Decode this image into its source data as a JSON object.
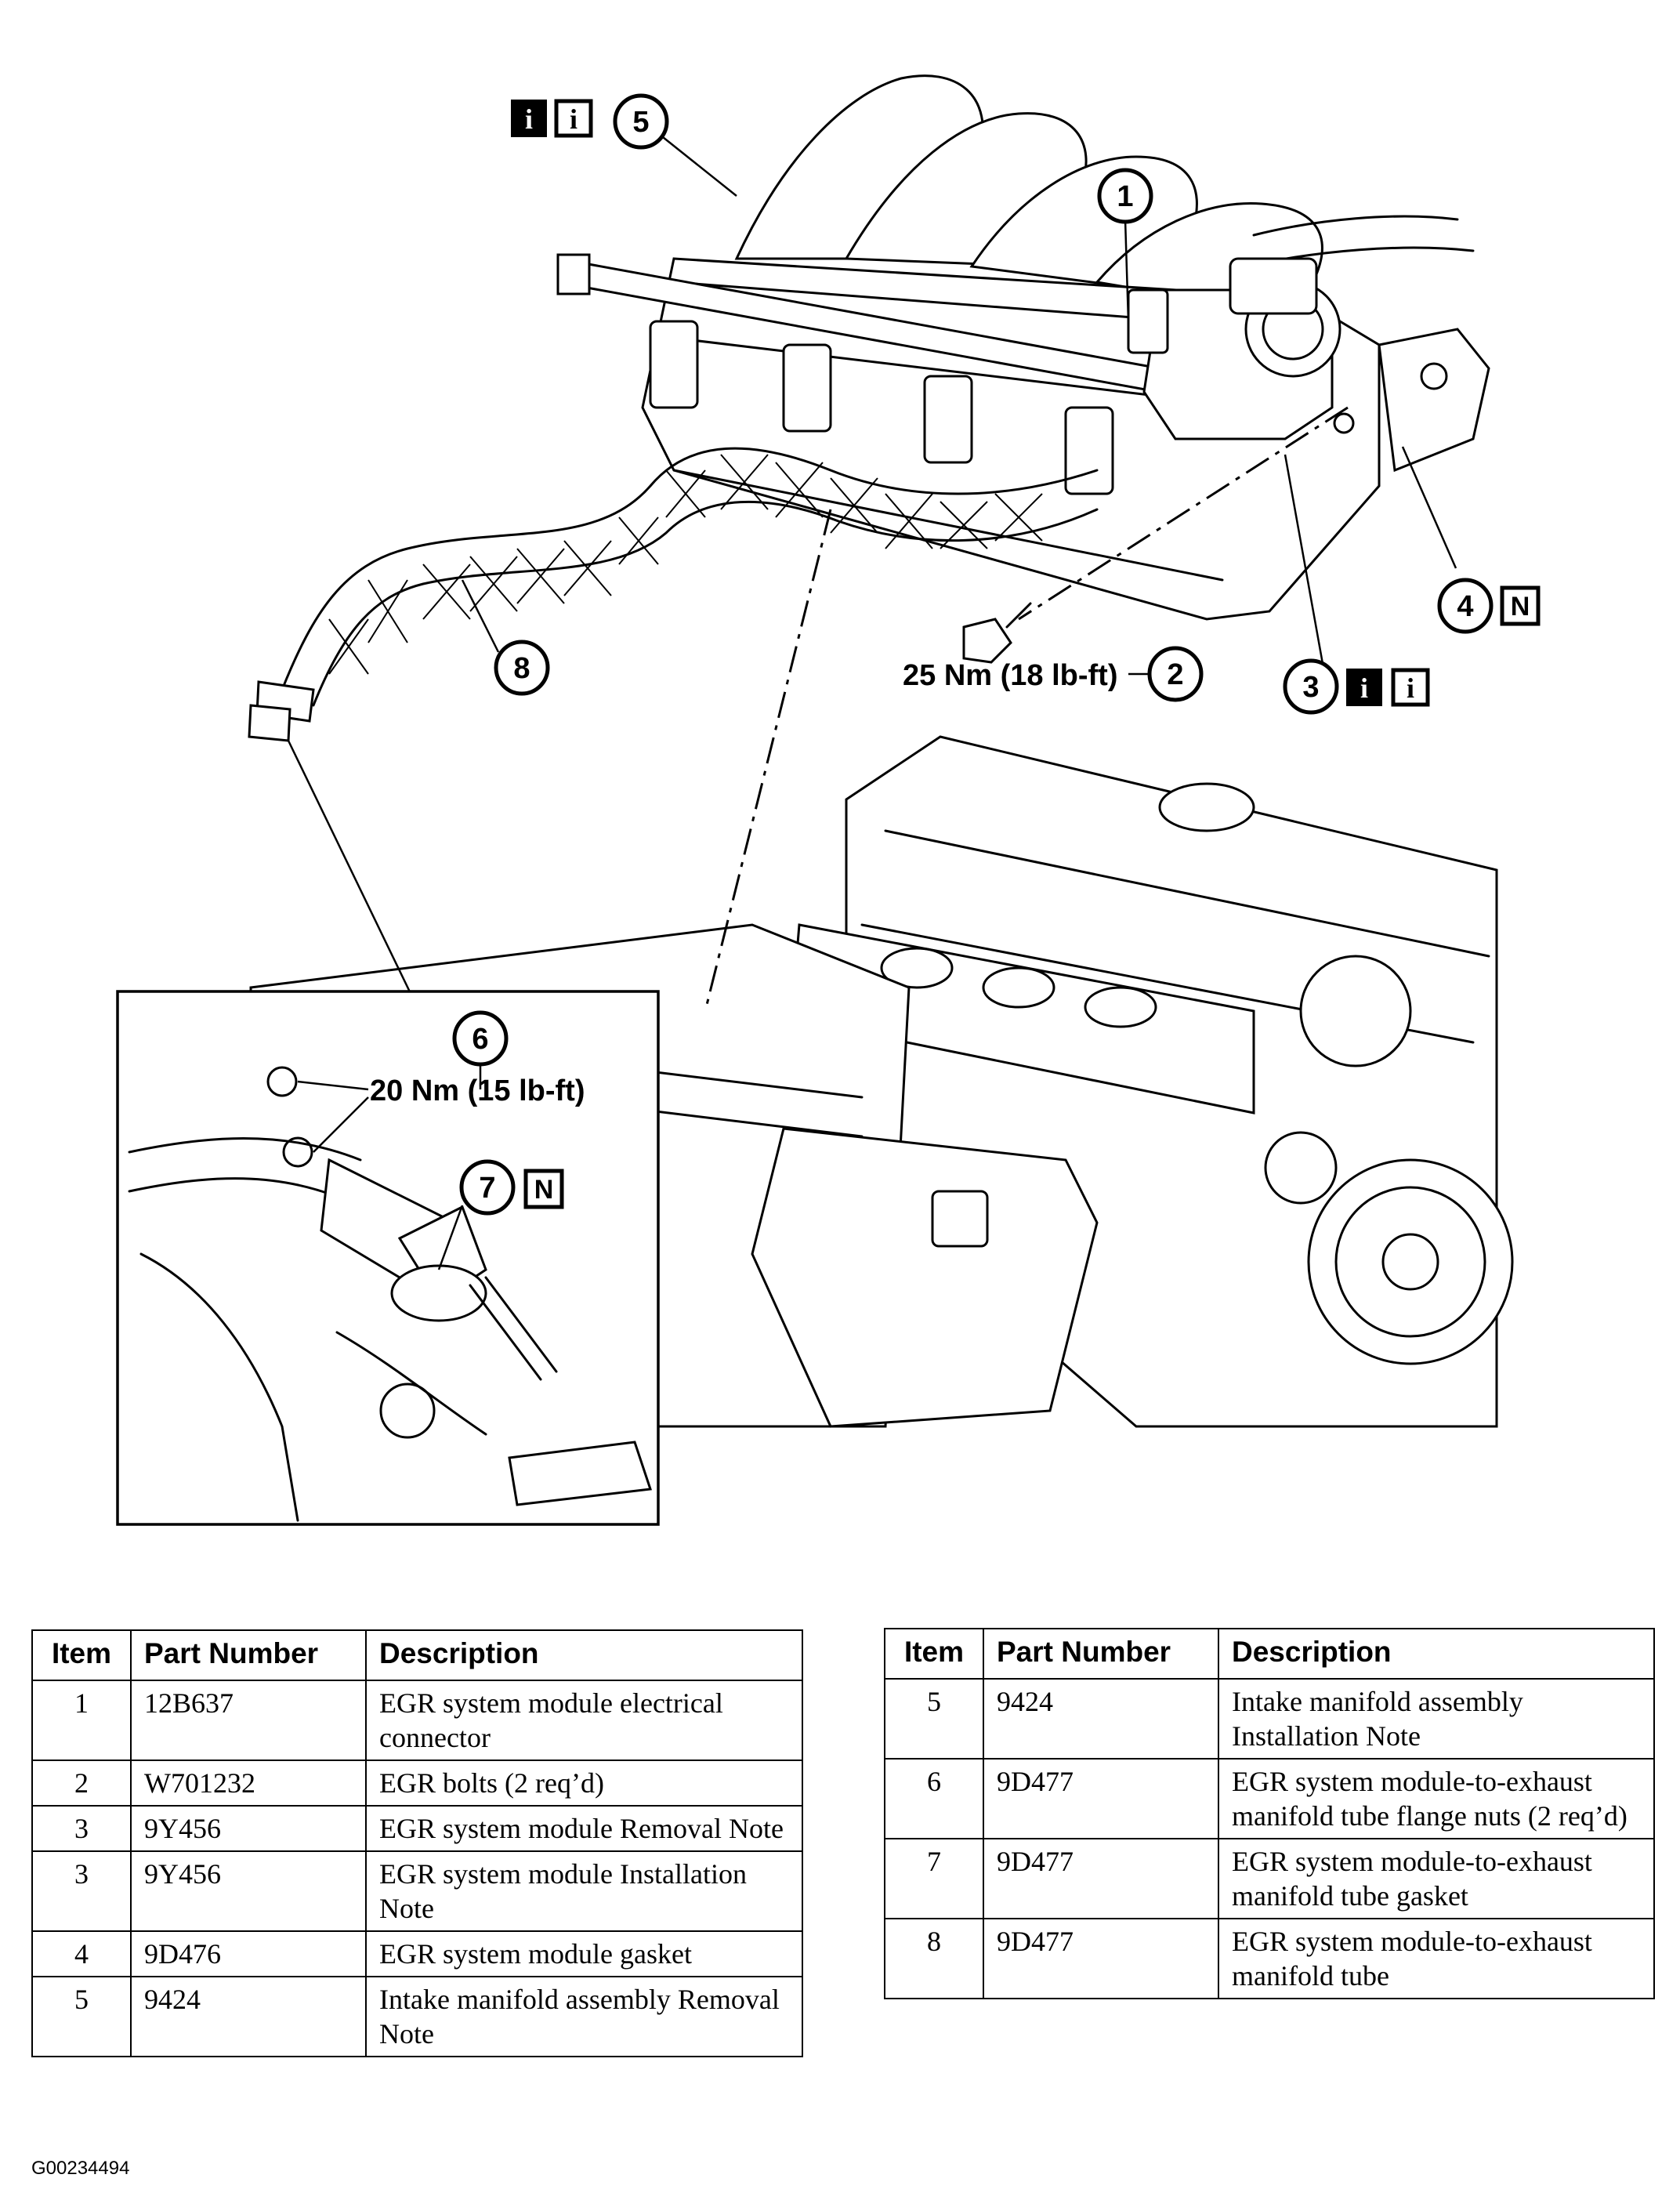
{
  "figure_id": "G00234494",
  "callouts": {
    "c1": "1",
    "c2": "2",
    "c3": "3",
    "c4": "4",
    "c5": "5",
    "c6": "6",
    "c7": "7",
    "c8": "8"
  },
  "torque_labels": {
    "egr_bolts": "25 Nm (18 lb-ft)",
    "flange_nuts": "20 Nm (15 lb-ft)"
  },
  "info_glyphs": {
    "info": "i",
    "new_part": "N"
  },
  "parts_table": {
    "headers": {
      "item": "Item",
      "part_number": "Part Number",
      "description": "Description"
    },
    "left_rows": [
      {
        "item": "1",
        "part_number": "12B637",
        "description": "EGR system module electrical connector"
      },
      {
        "item": "2",
        "part_number": "W701232",
        "description": "EGR bolts (2 req’d)"
      },
      {
        "item": "3",
        "part_number": "9Y456",
        "description": "EGR system module Removal Note"
      },
      {
        "item": "3",
        "part_number": "9Y456",
        "description": "EGR system module Installation Note"
      },
      {
        "item": "4",
        "part_number": "9D476",
        "description": "EGR system module gasket"
      },
      {
        "item": "5",
        "part_number": "9424",
        "description": "Intake manifold assembly Removal Note"
      }
    ],
    "right_rows": [
      {
        "item": "5",
        "part_number": "9424",
        "description": "Intake manifold assembly Installation Note"
      },
      {
        "item": "6",
        "part_number": "9D477",
        "description": "EGR system module-to-exhaust manifold tube flange nuts (2 req’d)"
      },
      {
        "item": "7",
        "part_number": "9D477",
        "description": "EGR system module-to-exhaust manifold tube gasket"
      },
      {
        "item": "8",
        "part_number": "9D477",
        "description": "EGR system module-to-exhaust manifold tube"
      }
    ]
  }
}
